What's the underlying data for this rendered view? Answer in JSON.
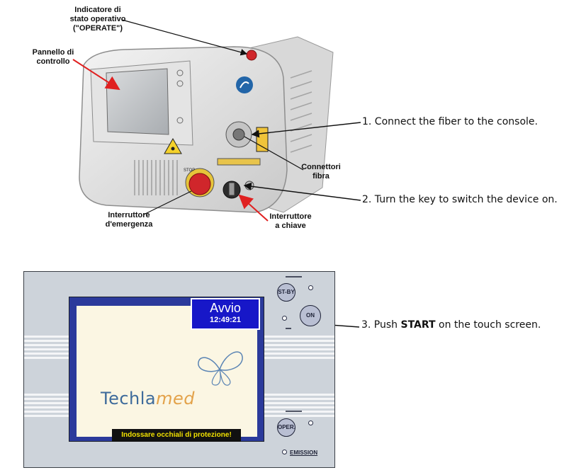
{
  "callouts": {
    "status_indicator": [
      "Indicatore di",
      "stato operativo",
      "(\"OPERATE\")"
    ],
    "control_panel": [
      "Pannello di",
      "controllo"
    ],
    "fiber_connectors": [
      "Connettori",
      "fibra"
    ],
    "emergency_switch": [
      "Interruttore",
      "d'emergenza"
    ],
    "key_switch": [
      "Interruttore",
      "a chiave"
    ]
  },
  "steps": {
    "step1": "1. Connect the fiber to the console.",
    "step2": "2. Turn the key to switch the device on.",
    "step3_prefix": "3. Push ",
    "step3_bold": "START",
    "step3_suffix": " on the touch screen."
  },
  "device": {
    "stop_label": "STOP"
  },
  "console": {
    "start_button": {
      "label": "Avvio",
      "time": "12:49:21"
    },
    "brand": {
      "part1": "Techla",
      "part2": "med"
    },
    "warning": "Indossare occhiali di protezione!",
    "buttons": {
      "standby": "ST-BY",
      "on": "ON",
      "operate": "OPER."
    },
    "emission_label": "EMISSION"
  },
  "colors": {
    "screen_frame": "#2b3a9b",
    "start_button": "#1717c8",
    "warning_text": "#f2e200",
    "brand_blue": "#3e6b9b",
    "brand_orange": "#e3a24a",
    "emergency_red": "#d0262b"
  }
}
